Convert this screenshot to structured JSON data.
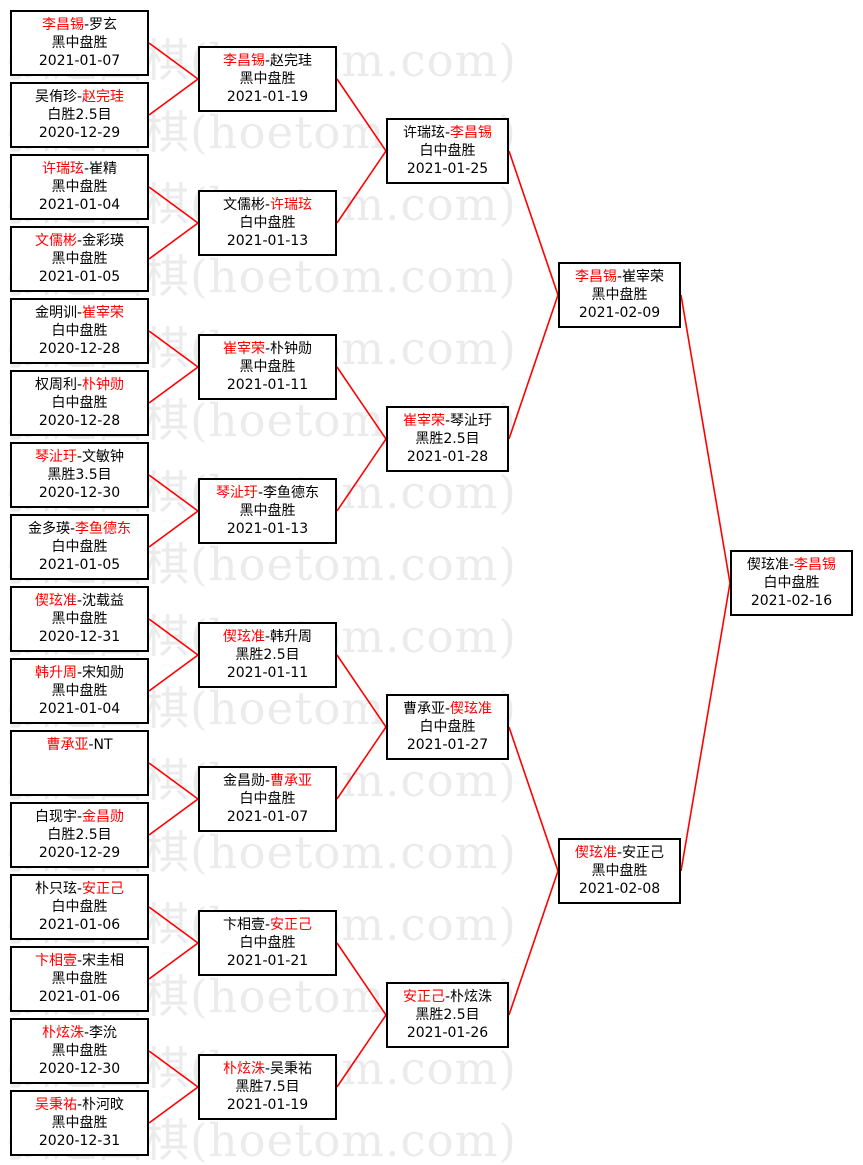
{
  "watermark": "弘通围棋(hoetom.com)",
  "colors": {
    "winner": "#ff0000",
    "line": "#ff0000",
    "border": "#000000"
  },
  "rounds": [
    [
      {
        "p1": "李昌锡",
        "p2": "罗玄",
        "winner": 1,
        "result": "黑中盘胜",
        "date": "2021-01-07"
      },
      {
        "p1": "吴侑珍",
        "p2": "赵完珪",
        "winner": 2,
        "result": "白胜2.5目",
        "date": "2020-12-29"
      },
      {
        "p1": "许瑞玹",
        "p2": "崔精",
        "winner": 1,
        "result": "黑中盘胜",
        "date": "2021-01-04"
      },
      {
        "p1": "文儒彬",
        "p2": "金彩瑛",
        "winner": 1,
        "result": "黑中盘胜",
        "date": "2021-01-05"
      },
      {
        "p1": "金明训",
        "p2": "崔宰荣",
        "winner": 2,
        "result": "白中盘胜",
        "date": "2020-12-28"
      },
      {
        "p1": "权周利",
        "p2": "朴钟勋",
        "winner": 2,
        "result": "白中盘胜",
        "date": "2020-12-28"
      },
      {
        "p1": "琴沚玗",
        "p2": "文敏钟",
        "winner": 1,
        "result": "黑胜3.5目",
        "date": "2020-12-30"
      },
      {
        "p1": "金多瑛",
        "p2": "李鱼德东",
        "winner": 2,
        "result": "白中盘胜",
        "date": "2021-01-05"
      },
      {
        "p1": "偰玹准",
        "p2": "沈载益",
        "winner": 1,
        "result": "黑中盘胜",
        "date": "2020-12-31"
      },
      {
        "p1": "韩升周",
        "p2": "宋知勋",
        "winner": 1,
        "result": "黑中盘胜",
        "date": "2021-01-04"
      },
      {
        "p1": "曹承亚",
        "p2": "NT",
        "winner": 1,
        "result": "",
        "date": ""
      },
      {
        "p1": "白现宇",
        "p2": "金昌勋",
        "winner": 2,
        "result": "白胜2.5目",
        "date": "2020-12-29"
      },
      {
        "p1": "朴只玹",
        "p2": "安正己",
        "winner": 2,
        "result": "白中盘胜",
        "date": "2021-01-06"
      },
      {
        "p1": "卞相壹",
        "p2": "宋圭相",
        "winner": 1,
        "result": "黑中盘胜",
        "date": "2021-01-06"
      },
      {
        "p1": "朴炫洙",
        "p2": "李沇",
        "winner": 1,
        "result": "黑中盘胜",
        "date": "2020-12-30"
      },
      {
        "p1": "吴秉祐",
        "p2": "朴河旼",
        "winner": 1,
        "result": "黑中盘胜",
        "date": "2020-12-31"
      }
    ],
    [
      {
        "p1": "李昌锡",
        "p2": "赵完珪",
        "winner": 1,
        "result": "黑中盘胜",
        "date": "2021-01-19"
      },
      {
        "p1": "文儒彬",
        "p2": "许瑞玹",
        "winner": 2,
        "result": "白中盘胜",
        "date": "2021-01-13"
      },
      {
        "p1": "崔宰荣",
        "p2": "朴钟勋",
        "winner": 1,
        "result": "黑中盘胜",
        "date": "2021-01-11"
      },
      {
        "p1": "琴沚玗",
        "p2": "李鱼德东",
        "winner": 1,
        "result": "黑中盘胜",
        "date": "2021-01-13"
      },
      {
        "p1": "偰玹准",
        "p2": "韩升周",
        "winner": 1,
        "result": "黑胜2.5目",
        "date": "2021-01-11"
      },
      {
        "p1": "金昌勋",
        "p2": "曹承亚",
        "winner": 2,
        "result": "白中盘胜",
        "date": "2021-01-07"
      },
      {
        "p1": "卞相壹",
        "p2": "安正己",
        "winner": 2,
        "result": "白中盘胜",
        "date": "2021-01-21"
      },
      {
        "p1": "朴炫洙",
        "p2": "吴秉祐",
        "winner": 1,
        "result": "黑胜7.5目",
        "date": "2021-01-19"
      }
    ],
    [
      {
        "p1": "许瑞玹",
        "p2": "李昌锡",
        "winner": 2,
        "result": "白中盘胜",
        "date": "2021-01-25"
      },
      {
        "p1": "崔宰荣",
        "p2": "琴沚玗",
        "winner": 1,
        "result": "黑胜2.5目",
        "date": "2021-01-28"
      },
      {
        "p1": "曹承亚",
        "p2": "偰玹准",
        "winner": 2,
        "result": "白中盘胜",
        "date": "2021-01-27"
      },
      {
        "p1": "安正己",
        "p2": "朴炫洙",
        "winner": 1,
        "result": "黑胜2.5目",
        "date": "2021-01-26"
      }
    ],
    [
      {
        "p1": "李昌锡",
        "p2": "崔宰荣",
        "winner": 1,
        "result": "黑中盘胜",
        "date": "2021-02-09"
      },
      {
        "p1": "偰玹准",
        "p2": "安正己",
        "winner": 1,
        "result": "黑中盘胜",
        "date": "2021-02-08"
      }
    ],
    [
      {
        "p1": "偰玹准",
        "p2": "李昌锡",
        "winner": 2,
        "result": "白中盘胜",
        "date": "2021-02-16"
      }
    ]
  ]
}
